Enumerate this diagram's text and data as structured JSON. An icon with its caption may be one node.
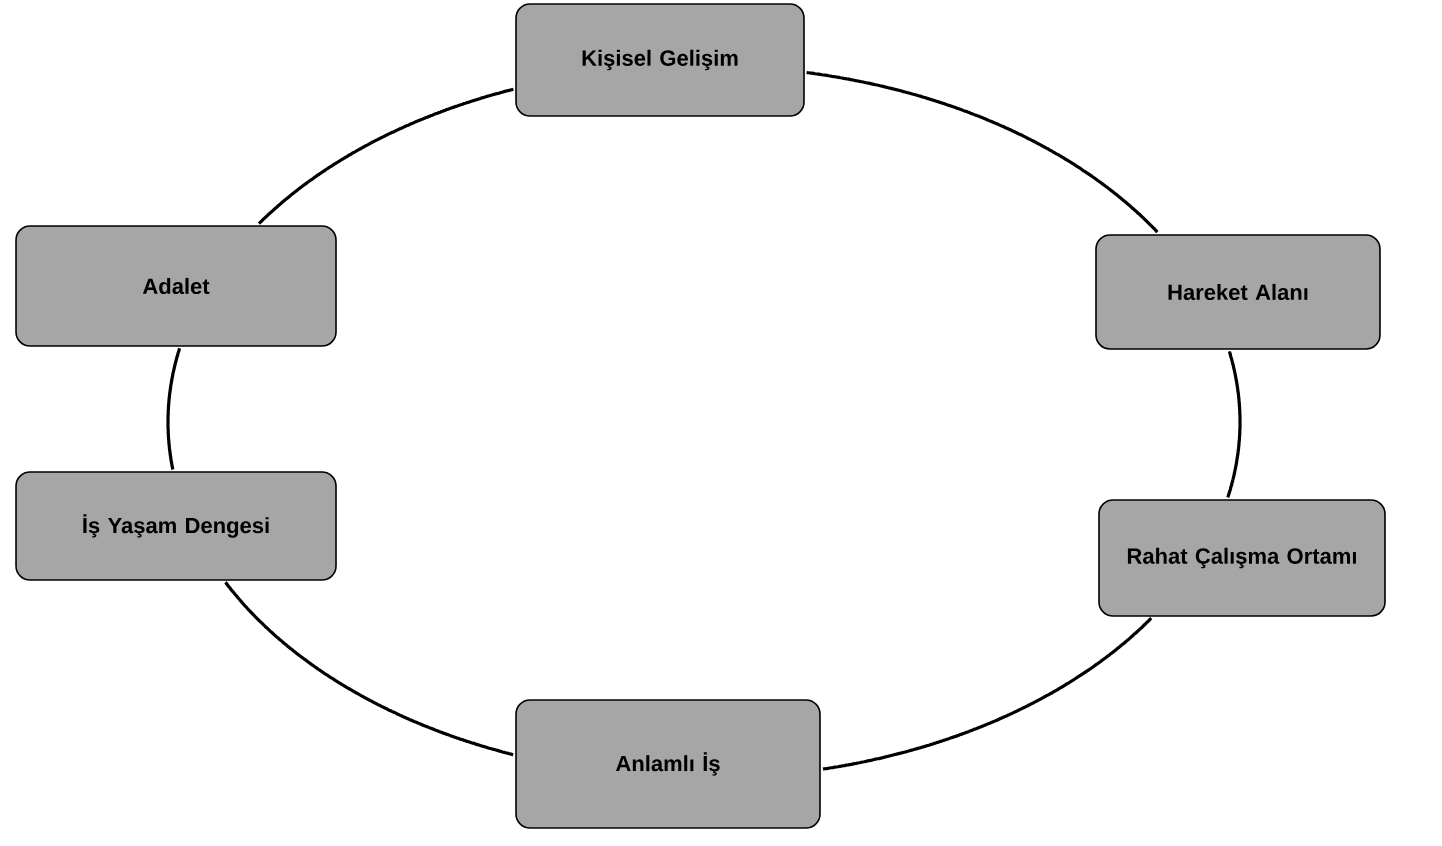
{
  "diagram": {
    "nodes": [
      {
        "text": [
          "Kişisel Gelişim"
        ]
      },
      {
        "text": [
          "Adalet"
        ]
      },
      {
        "text": [
          "Hareket Alanı"
        ]
      },
      {
        "text": [
          "İş Yaşam Dengesi"
        ]
      },
      {
        "text": [
          "Rahat Çalışma Ortamı"
        ]
      },
      {
        "text": [
          "Anlamlı İş"
        ]
      }
    ],
    "edges": [
      {
        "from": 0,
        "to": 2,
        "arrow": "none"
      },
      {
        "from": 2,
        "to": 4,
        "arrow": "none"
      },
      {
        "from": 4,
        "to": 5,
        "arrow": "none"
      },
      {
        "from": 5,
        "to": 3,
        "arrow": "none"
      },
      {
        "from": 3,
        "to": 1,
        "arrow": "none"
      },
      {
        "from": 1,
        "to": 0,
        "arrow": "none"
      }
    ]
  }
}
